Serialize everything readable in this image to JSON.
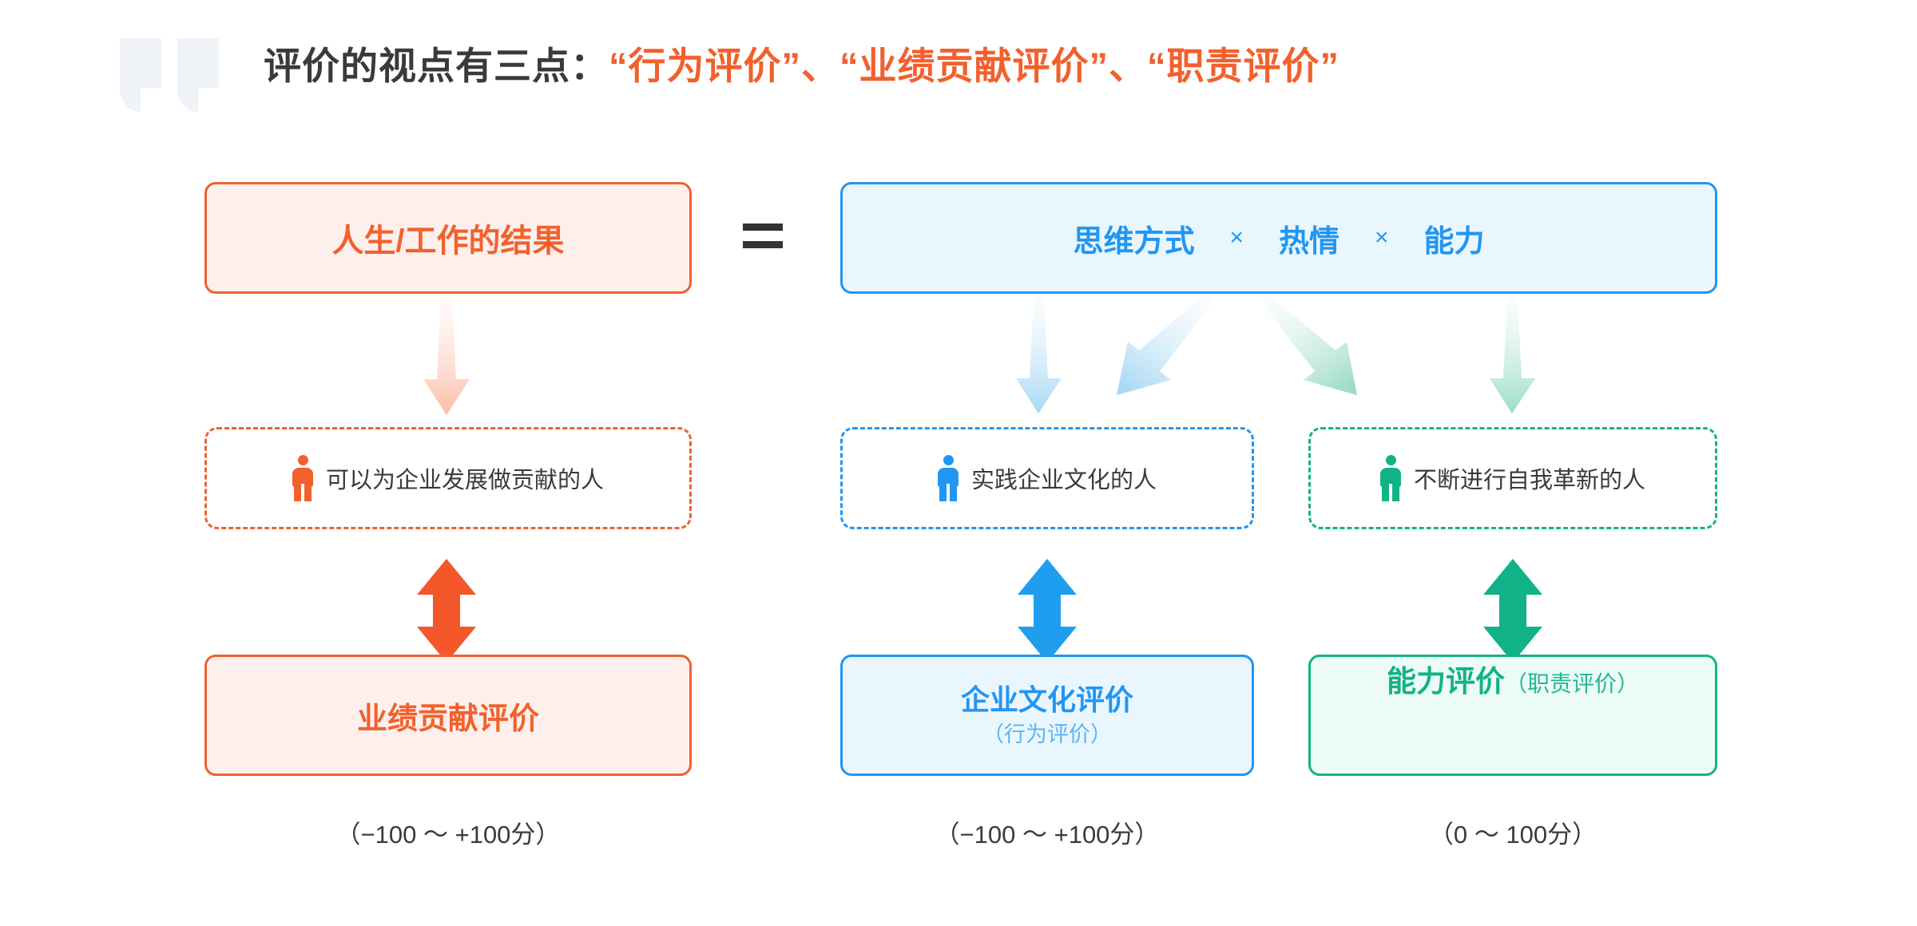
{
  "title": {
    "plain": "评价的视点有三点：",
    "accent": "“行为评价”、“业绩贡献评价”、“职责评价”"
  },
  "colors": {
    "orange": "#f2602c",
    "blue": "#2196f3",
    "green": "#12b287",
    "orange_fill": "#fdf0ec",
    "blue_fill": "#eaf6fe",
    "green_fill": "#edfbf6",
    "text_dark": "#3a3a3a",
    "quote_gray": "#eff2f6"
  },
  "equation": {
    "left_box_label": "人生/工作的结果",
    "operator": "=",
    "right_box_terms": [
      "思维方式",
      "热情",
      "能力"
    ],
    "right_box_operators": [
      "×",
      "×"
    ]
  },
  "persons": [
    {
      "icon": "person-icon",
      "label": "可以为企业发展做贡献的人",
      "color": "orange"
    },
    {
      "icon": "person-icon",
      "label": "实践企业文化的人",
      "color": "blue"
    },
    {
      "icon": "person-icon",
      "label": "不断进行自我革新的人",
      "color": "green"
    }
  ],
  "evaluations": [
    {
      "main": "业绩贡献评价",
      "sub": "",
      "range": "（−100 ～ +100分）",
      "color": "orange"
    },
    {
      "main": "企业文化评价",
      "sub": "（行为评价）",
      "range": "（−100 ～ +100分）",
      "color": "blue"
    },
    {
      "main": "能力评价",
      "sub": "（职责评价）",
      "range": "（0 ～ 100分）",
      "color": "green"
    }
  ]
}
